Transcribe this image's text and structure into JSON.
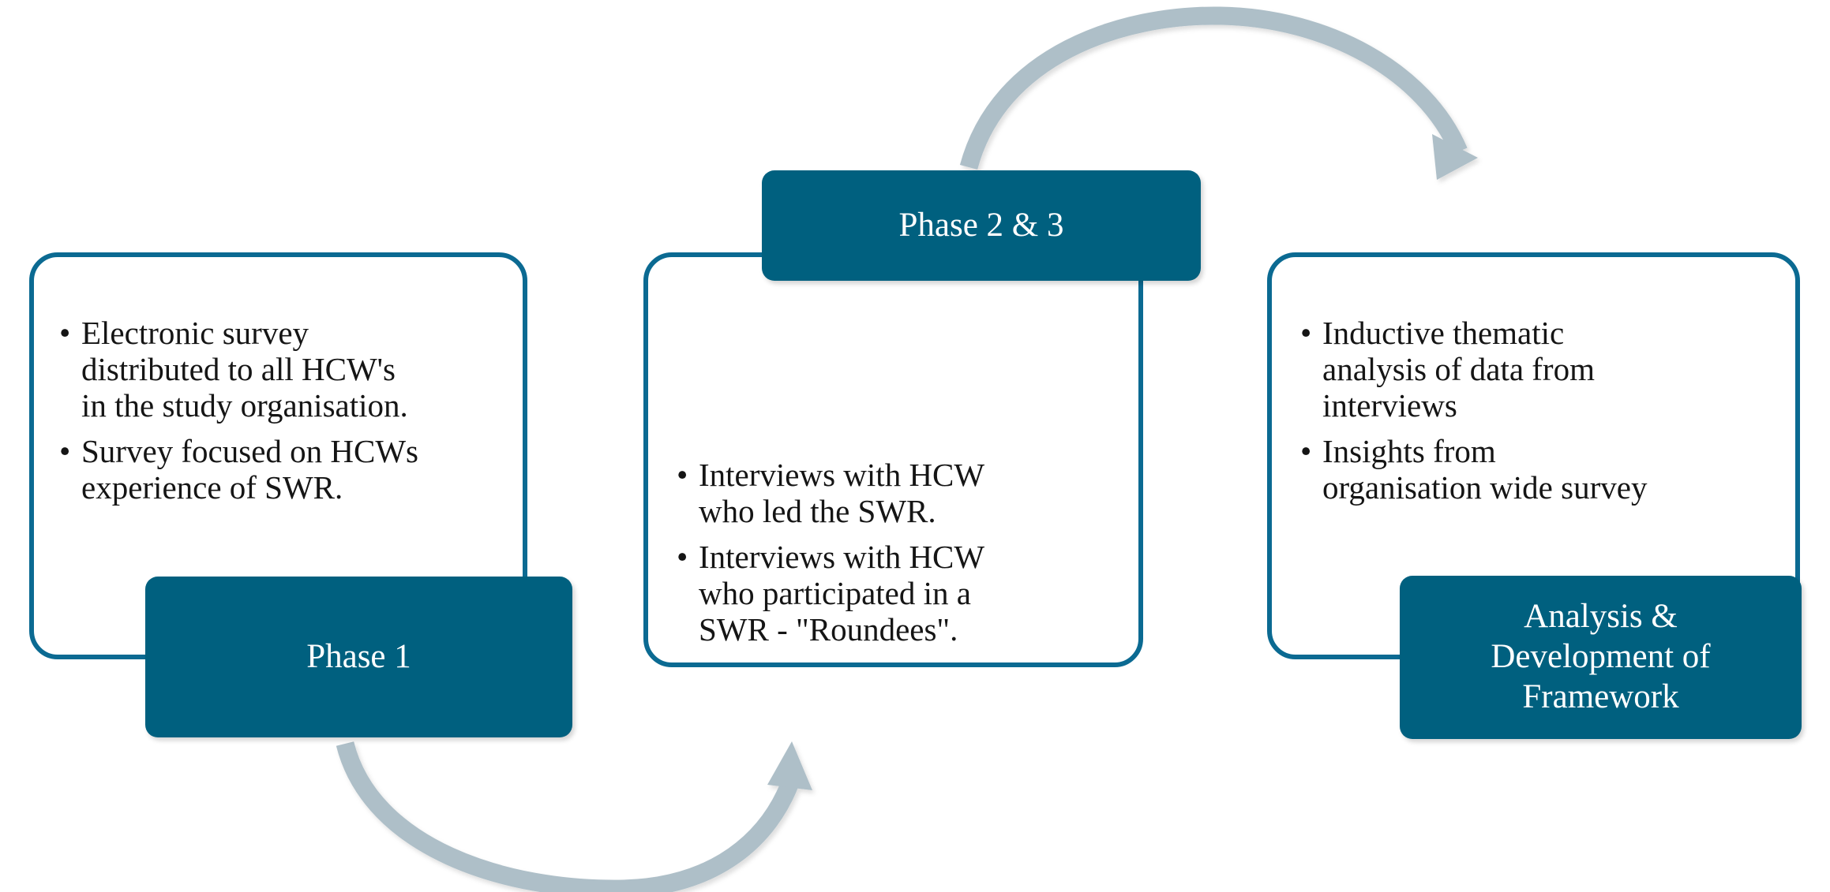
{
  "diagram": {
    "title": "Study phases flow diagram",
    "colors": {
      "card_outline": "#0b6a92",
      "phase_box_fill": "#00607f",
      "phase_box_text": "#ffffff",
      "arrow": "#aebfc8",
      "body_text": "#151515",
      "background": "#ffffff"
    },
    "cards": [
      {
        "id": "left",
        "bullets": [
          "Electronic survey\ndistributed to all HCW's\nin the study organisation.",
          "Survey focused on HCWs\nexperience of SWR."
        ]
      },
      {
        "id": "middle",
        "bullets": [
          "Interviews with HCW\nwho led the SWR.",
          "Interviews with HCW\nwho participated in a\nSWR - \"Roundees\"."
        ]
      },
      {
        "id": "right",
        "bullets": [
          "Inductive thematic\nanalysis of data from\ninterviews",
          " Insights from\norganisation wide survey"
        ]
      }
    ],
    "phase_boxes": [
      {
        "id": "phase-1",
        "label": "Phase 1"
      },
      {
        "id": "phase-2-3",
        "label": "Phase 2 & 3"
      },
      {
        "id": "analysis",
        "label": "Analysis &\nDevelopment of\nFramework"
      }
    ],
    "arrows": [
      {
        "id": "bottom-arrow",
        "from": "phase-1",
        "to": "phase-2-3",
        "direction": "left-to-right",
        "curve": "downward"
      },
      {
        "id": "top-arrow",
        "from": "phase-2-3",
        "to": "analysis",
        "direction": "left-to-right",
        "curve": "upward"
      }
    ],
    "bullet_glyph": "•"
  }
}
